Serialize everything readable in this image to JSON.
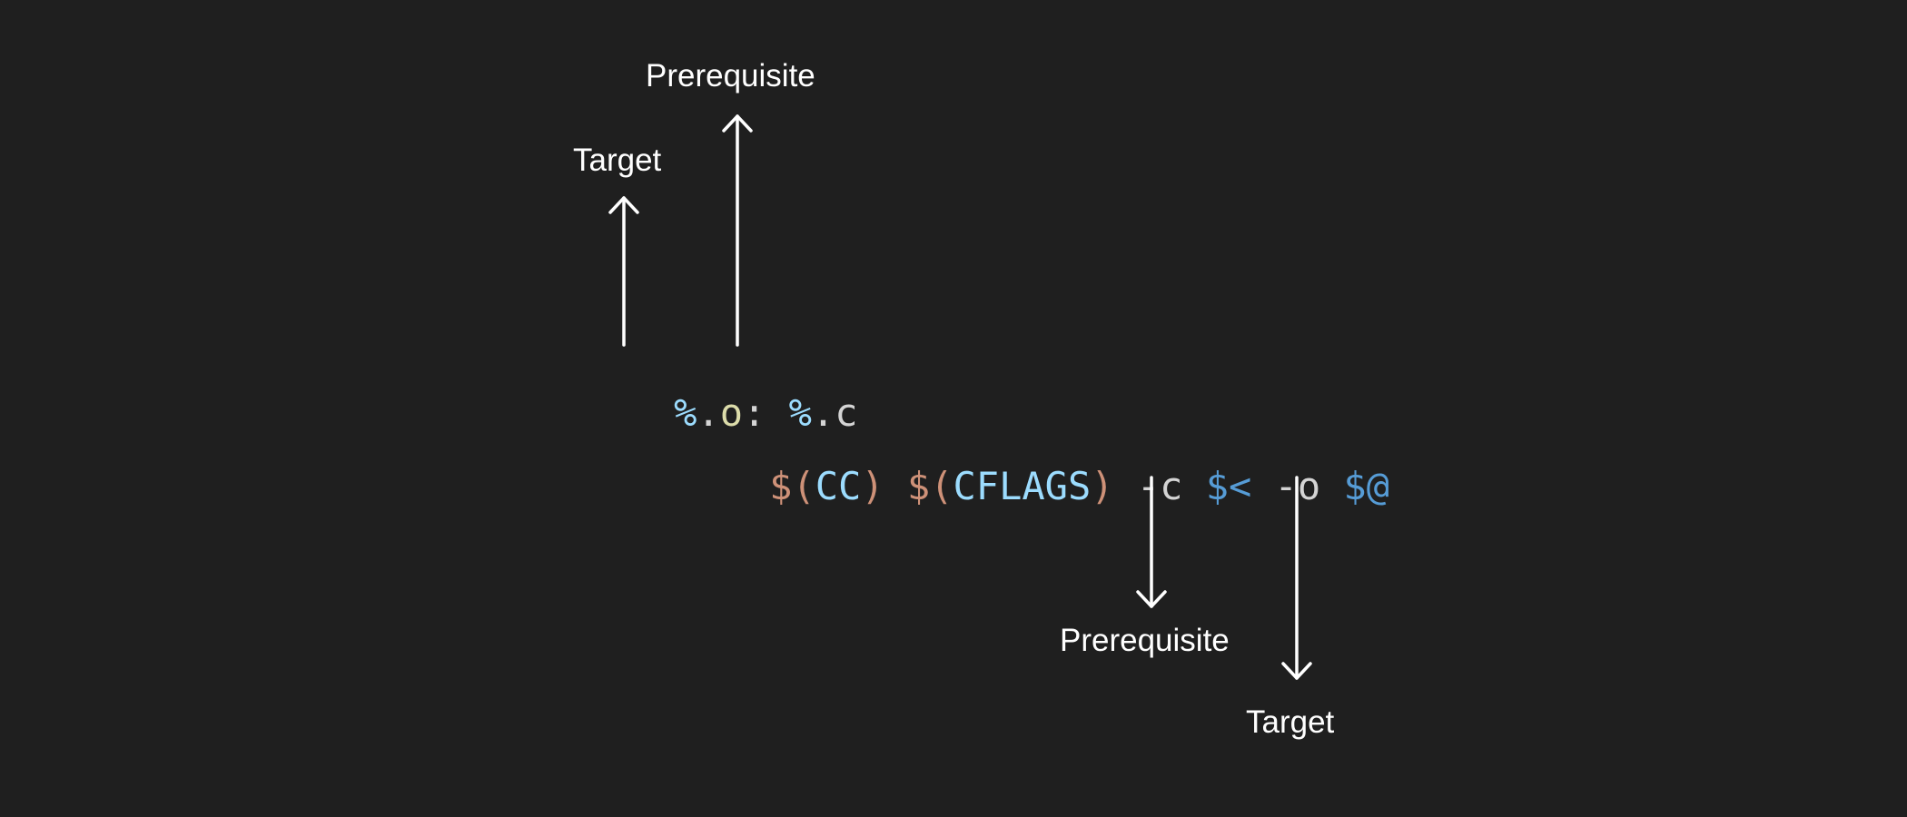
{
  "colors": {
    "background": "#1f1f1f",
    "variable": "#9cdcfe",
    "suffix_o": "#dcdcaa",
    "plain": "#d4d4d4",
    "expansion": "#ce9178",
    "automatic_var": "#569cd6",
    "annotation": "#ffffff"
  },
  "rule_line": {
    "pct1": "%",
    "dot1": ".",
    "o": "o",
    "colon": ": ",
    "pct2": "%",
    "dot2": ".",
    "c": "c"
  },
  "recipe_line": {
    "d1": "$",
    "p1": "(",
    "cc": "CC",
    "p1c": ")",
    "sp1": " ",
    "d2": "$",
    "p2": "(",
    "cflags": "CFLAGS",
    "p2c": ")",
    "flag_c": " -c ",
    "first_prereq": "$<",
    "flag_o": " -o ",
    "target_var": "$@"
  },
  "annotations": {
    "rule_target": "Target",
    "rule_prerequisite": "Prerequisite",
    "recipe_prerequisite": "Prerequisite",
    "recipe_target": "Target"
  }
}
